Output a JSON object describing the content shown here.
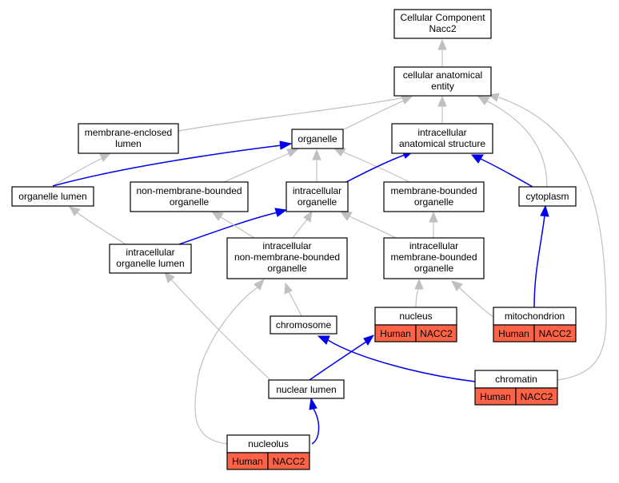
{
  "colors": {
    "gray_edge": "#c0c0c0",
    "blue_edge": "#0000ee",
    "annotation": "#ff6347"
  },
  "nodes": {
    "cc_nacc2": {
      "lines": [
        "Cellular Component",
        "Nacc2"
      ]
    },
    "cae": {
      "lines": [
        "cellular anatomical",
        "entity"
      ]
    },
    "mel": {
      "lines": [
        "membrane-enclosed",
        "lumen"
      ]
    },
    "organelle": {
      "lines": [
        "organelle"
      ]
    },
    "ias": {
      "lines": [
        "intracellular",
        "anatomical structure"
      ]
    },
    "org_lumen": {
      "lines": [
        "organelle lumen"
      ]
    },
    "nmbo": {
      "lines": [
        "non-membrane-bounded",
        "organelle"
      ]
    },
    "io": {
      "lines": [
        "intracellular",
        "organelle"
      ]
    },
    "mbo": {
      "lines": [
        "membrane-bounded",
        "organelle"
      ]
    },
    "cytoplasm": {
      "lines": [
        "cytoplasm"
      ]
    },
    "iol": {
      "lines": [
        "intracellular",
        "organelle lumen"
      ]
    },
    "inmbo": {
      "lines": [
        "intracellular",
        "non-membrane-bounded",
        "organelle"
      ]
    },
    "imbo": {
      "lines": [
        "intracellular",
        "membrane-bounded",
        "organelle"
      ]
    },
    "nucleus": {
      "lines": [
        "nucleus"
      ],
      "tags": [
        "Human",
        "NACC2"
      ]
    },
    "mitochondrion": {
      "lines": [
        "mitochondrion"
      ],
      "tags": [
        "Human",
        "NACC2"
      ]
    },
    "chromosome": {
      "lines": [
        "chromosome"
      ]
    },
    "nuclear_lumen": {
      "lines": [
        "nuclear lumen"
      ]
    },
    "chromatin": {
      "lines": [
        "chromatin"
      ],
      "tags": [
        "Human",
        "NACC2"
      ]
    },
    "nucleolus": {
      "lines": [
        "nucleolus"
      ],
      "tags": [
        "Human",
        "NACC2"
      ]
    }
  }
}
